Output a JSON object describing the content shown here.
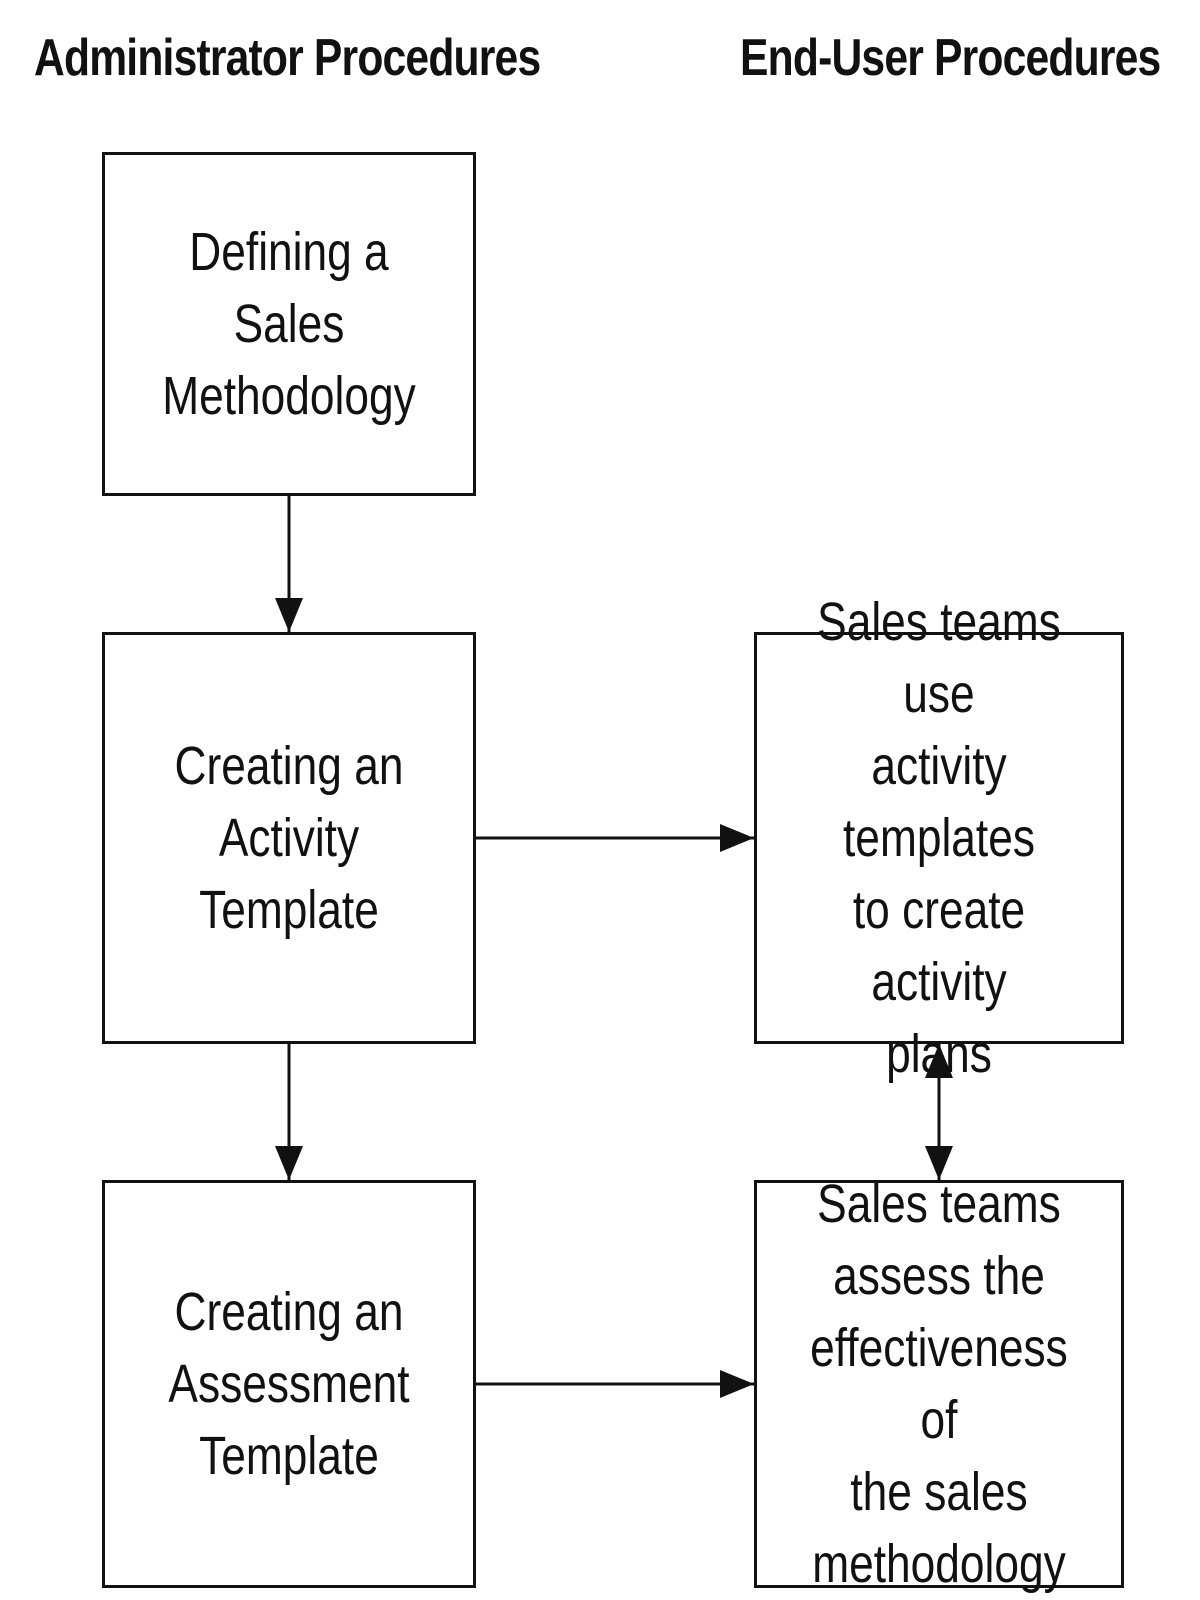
{
  "columns": {
    "admin_header": "Administrator Procedures",
    "enduser_header": "End-User Procedures"
  },
  "boxes": {
    "define_methodology": "Defining a Sales\nMethodology",
    "create_activity_template": "Creating an\nActivity Template",
    "create_assessment_template": "Creating an\nAssessment\nTemplate",
    "use_activity_templates": "Sales teams use\nactivity templates\nto create activity\nplans",
    "assess_effectiveness": "Sales teams\nassess the\neffectiveness of\nthe sales\nmethodology"
  },
  "connections": [
    {
      "from": "define_methodology",
      "to": "create_activity_template",
      "direction": "one-way"
    },
    {
      "from": "create_activity_template",
      "to": "create_assessment_template",
      "direction": "one-way"
    },
    {
      "from": "create_activity_template",
      "to": "use_activity_templates",
      "direction": "one-way"
    },
    {
      "from": "create_assessment_template",
      "to": "assess_effectiveness",
      "direction": "one-way"
    },
    {
      "from": "use_activity_templates",
      "to": "assess_effectiveness",
      "direction": "two-way"
    }
  ],
  "colors": {
    "line": "#111111",
    "background": "#ffffff"
  }
}
